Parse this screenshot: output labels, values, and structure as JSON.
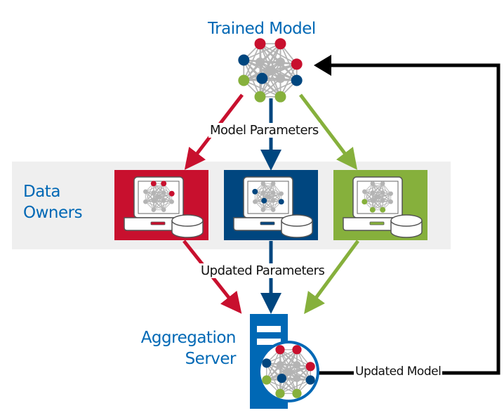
{
  "title": "Trained Model",
  "data_owners_label": [
    "Data",
    "Owners"
  ],
  "model_params_label": "Model Parameters",
  "updated_params_label": "Updated Parameters",
  "aggregation_label": [
    "Aggregation",
    "Server"
  ],
  "updated_model_label": "Updated Model",
  "colors": {
    "red": "#c8102e",
    "blue": "#00467f",
    "green": "#86b03c",
    "accent_blue": "#0068b5",
    "gray_node": "#b4b4b4",
    "band": "#efefef",
    "black": "#000000"
  },
  "owners": [
    {
      "name": "red-owner",
      "color": "red"
    },
    {
      "name": "blue-owner",
      "color": "blue"
    },
    {
      "name": "green-owner",
      "color": "green"
    }
  ]
}
